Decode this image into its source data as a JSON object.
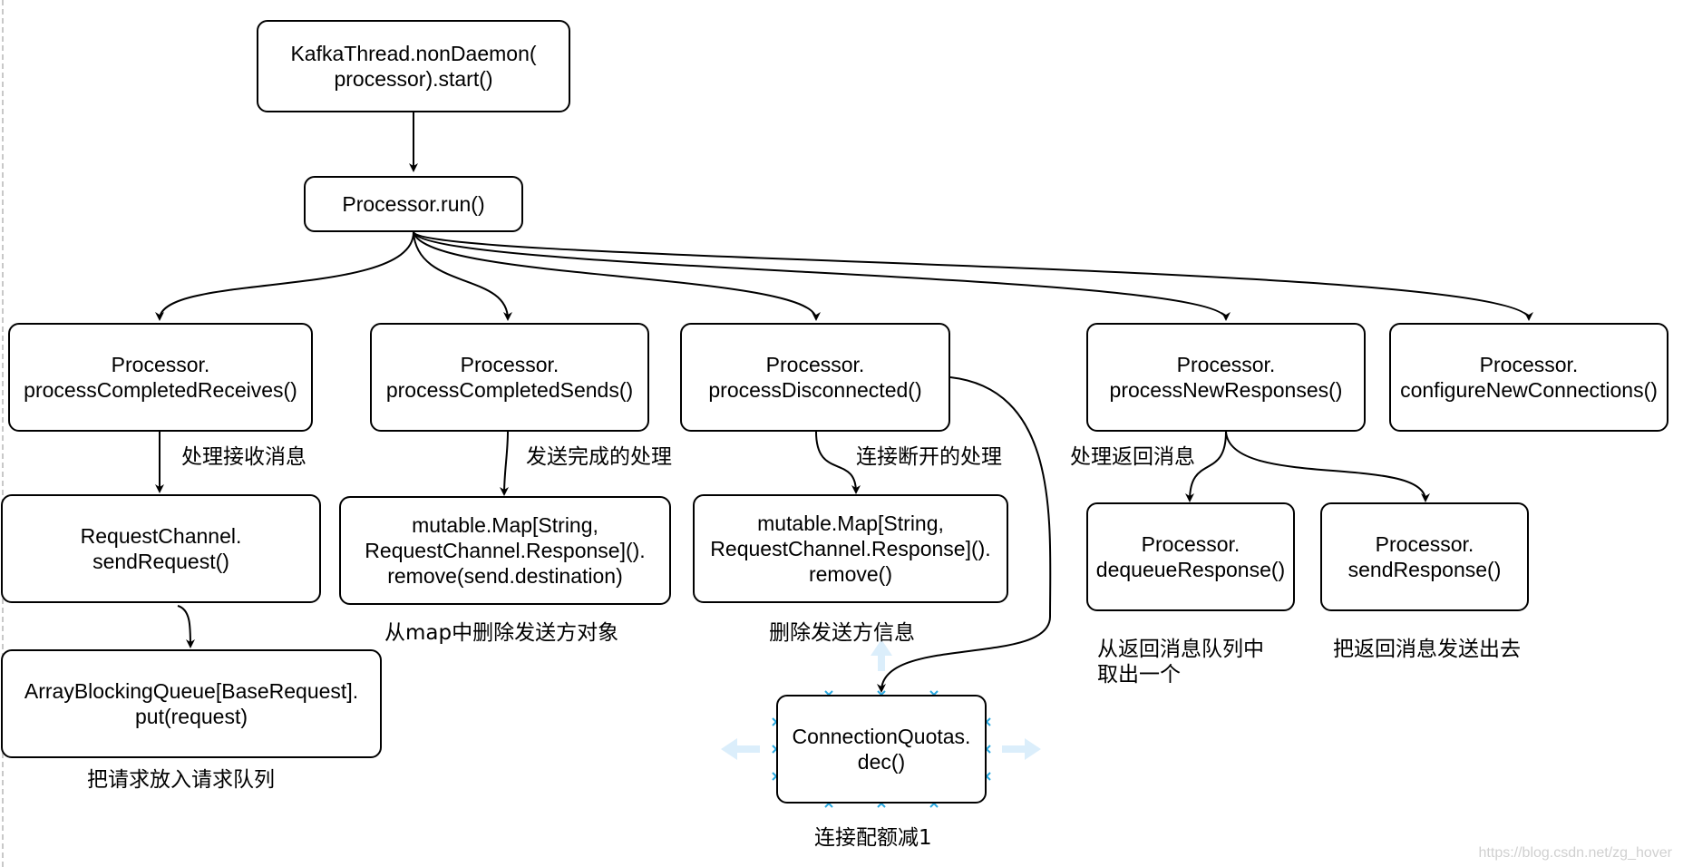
{
  "nodes": {
    "start": "KafkaThread.nonDaemon(\nprocessor).start()",
    "run": "Processor.run()",
    "completed_receives": "Processor.\nprocessCompletedReceives()",
    "completed_sends": "Processor.\nprocessCompletedSends()",
    "disconnected": "Processor.\nprocessDisconnected()",
    "new_responses": "Processor.\nprocessNewResponses()",
    "configure_connections": "Processor.\nconfigureNewConnections()",
    "send_request": "RequestChannel.\nsendRequest()",
    "map_remove_dest": "mutable.Map[String,\nRequestChannel.Response]().\nremove(send.destination)",
    "map_remove": "mutable.Map[String,\nRequestChannel.Response]().\nremove()",
    "dequeue_response": "Processor.\ndequeueResponse()",
    "send_response": "Processor.\nsendResponse()",
    "queue_put": "ArrayBlockingQueue[BaseRequest].\nput(request)",
    "quotas_dec": "ConnectionQuotas.\ndec()"
  },
  "notes": {
    "handle_receive": "处理接收消息",
    "send_complete": "发送完成的处理",
    "disconnect_handle": "连接断开的处理",
    "handle_response": "处理返回消息",
    "map_delete_sender": "从map中删除发送方对象",
    "delete_sender_info": "删除发送方信息",
    "dequeue_note": "从返回消息队列中\n取出一个",
    "send_back_note": "把返回消息发送出去",
    "put_queue_note": "把请求放入请求队列",
    "quota_note": "连接配额减1"
  },
  "watermark": "https://blog.csdn.net/zg_hover",
  "colors": {
    "stroke": "#000000",
    "selection_handle": "#29a8e0",
    "selection_arrow": "#dbeefb"
  }
}
